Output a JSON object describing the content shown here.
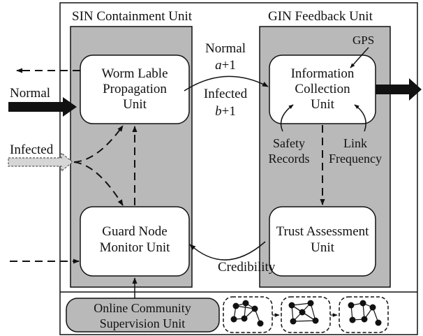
{
  "diagram": {
    "sin_panel": {
      "title": "SIN Containment Unit"
    },
    "gin_panel": {
      "title": "GIN Feedback Unit"
    },
    "worm_unit": {
      "line1": "Worm Lable",
      "line2": "Propagation",
      "line3": "Unit"
    },
    "guard_unit": {
      "line1": "Guard Node",
      "line2": "Monitor Unit"
    },
    "info_unit": {
      "line1": "Information",
      "line2": "Collection",
      "line3": "Unit"
    },
    "trust_unit": {
      "line1": "Trust Assessment",
      "line2": "Unit"
    },
    "normal_flow": {
      "label": "Normal",
      "formula_var": "a",
      "formula_rest": "+1"
    },
    "infected_flow": {
      "label": "Infected",
      "formula_var": "b",
      "formula_rest": "+1"
    },
    "gps": {
      "label": "GPS"
    },
    "safety": {
      "line1": "Safety",
      "line2": "Records"
    },
    "link": {
      "line1": "Link",
      "line2": "Frequency"
    },
    "credibility": {
      "label": "Credibility"
    },
    "normal_input": {
      "label": "Normal"
    },
    "infected_input": {
      "label": "Infected"
    },
    "online": {
      "line1": "Online Community",
      "line2": "Supervision Unit"
    }
  }
}
